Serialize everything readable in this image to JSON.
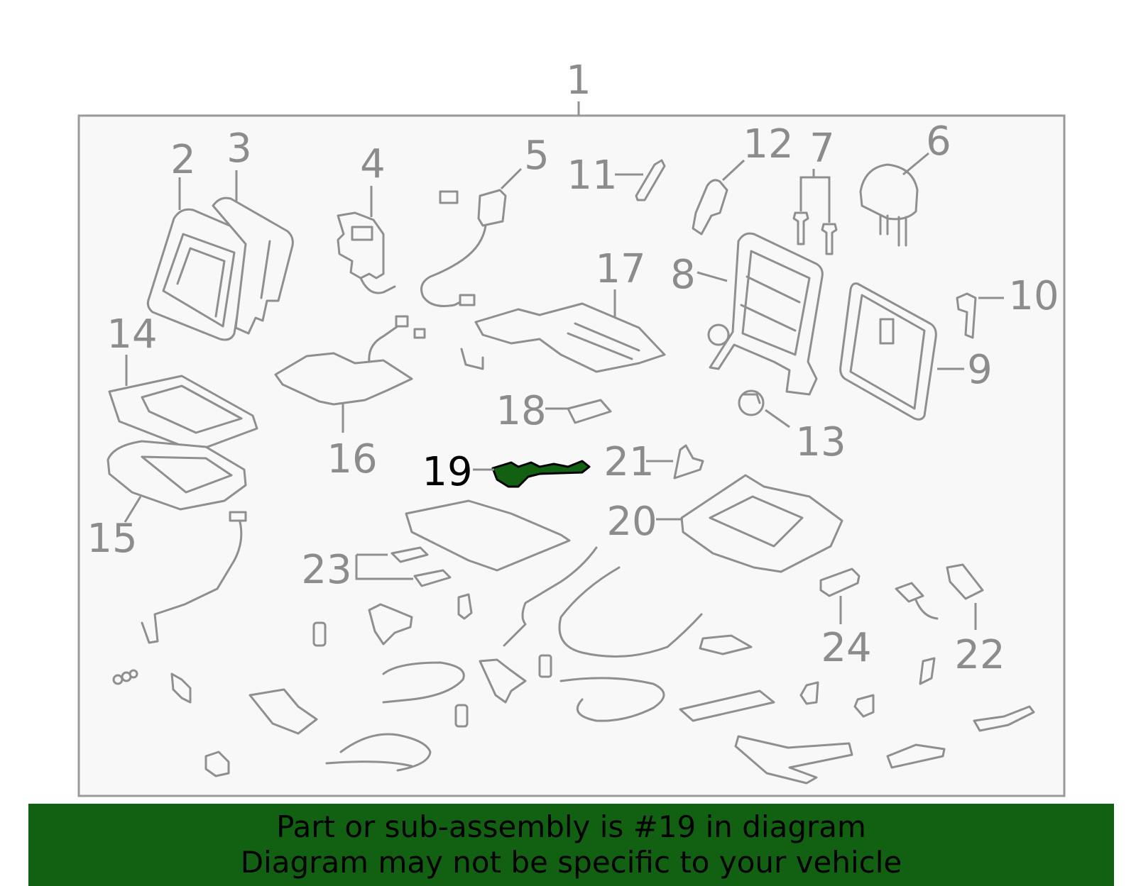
{
  "diagram": {
    "highlight_color": "#126112",
    "assembly_label": "1",
    "callouts": [
      {
        "id": "2",
        "label": "2",
        "highlighted": false
      },
      {
        "id": "3",
        "label": "3",
        "highlighted": false
      },
      {
        "id": "4",
        "label": "4",
        "highlighted": false
      },
      {
        "id": "5",
        "label": "5",
        "highlighted": false
      },
      {
        "id": "6",
        "label": "6",
        "highlighted": false
      },
      {
        "id": "7",
        "label": "7",
        "highlighted": false
      },
      {
        "id": "8",
        "label": "8",
        "highlighted": false
      },
      {
        "id": "9",
        "label": "9",
        "highlighted": false
      },
      {
        "id": "10",
        "label": "10",
        "highlighted": false
      },
      {
        "id": "11",
        "label": "11",
        "highlighted": false
      },
      {
        "id": "12",
        "label": "12",
        "highlighted": false
      },
      {
        "id": "13",
        "label": "13",
        "highlighted": false
      },
      {
        "id": "14",
        "label": "14",
        "highlighted": false
      },
      {
        "id": "15",
        "label": "15",
        "highlighted": false
      },
      {
        "id": "16",
        "label": "16",
        "highlighted": false
      },
      {
        "id": "17",
        "label": "17",
        "highlighted": false
      },
      {
        "id": "18",
        "label": "18",
        "highlighted": false
      },
      {
        "id": "19",
        "label": "19",
        "highlighted": true
      },
      {
        "id": "20",
        "label": "20",
        "highlighted": false
      },
      {
        "id": "21",
        "label": "21",
        "highlighted": false
      },
      {
        "id": "22",
        "label": "22",
        "highlighted": false
      },
      {
        "id": "23",
        "label": "23",
        "highlighted": false
      },
      {
        "id": "24",
        "label": "24",
        "highlighted": false
      }
    ]
  },
  "banner": {
    "line1": "Part or sub-assembly is #19 in diagram",
    "line2": "Diagram may not be specific to your vehicle",
    "background": "#126112"
  }
}
